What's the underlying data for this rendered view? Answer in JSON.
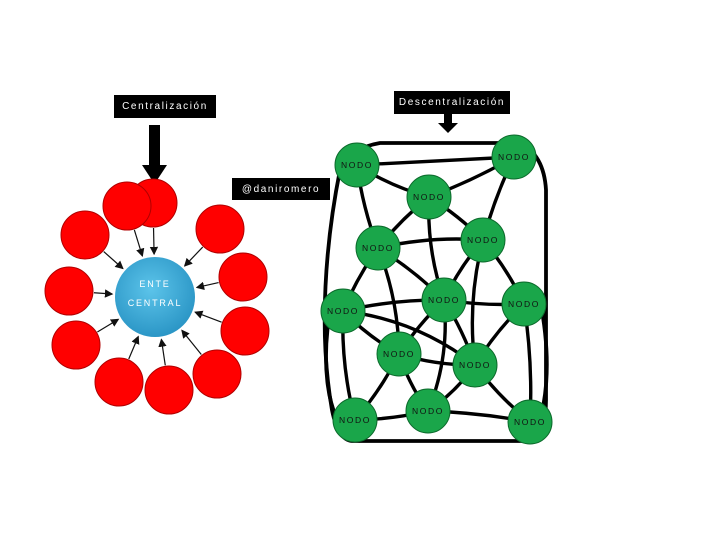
{
  "centralizacion": {
    "label": "Centralización",
    "center_label_line1": "ENTE",
    "center_label_line2": "CENTRAL",
    "satellite_color": "#ff0000",
    "center_color": "#33a9d6"
  },
  "descentralizacion": {
    "label": "Descentralización",
    "node_label": "NODO",
    "node_color": "#1aa64a"
  },
  "watermark": "@daniromero"
}
